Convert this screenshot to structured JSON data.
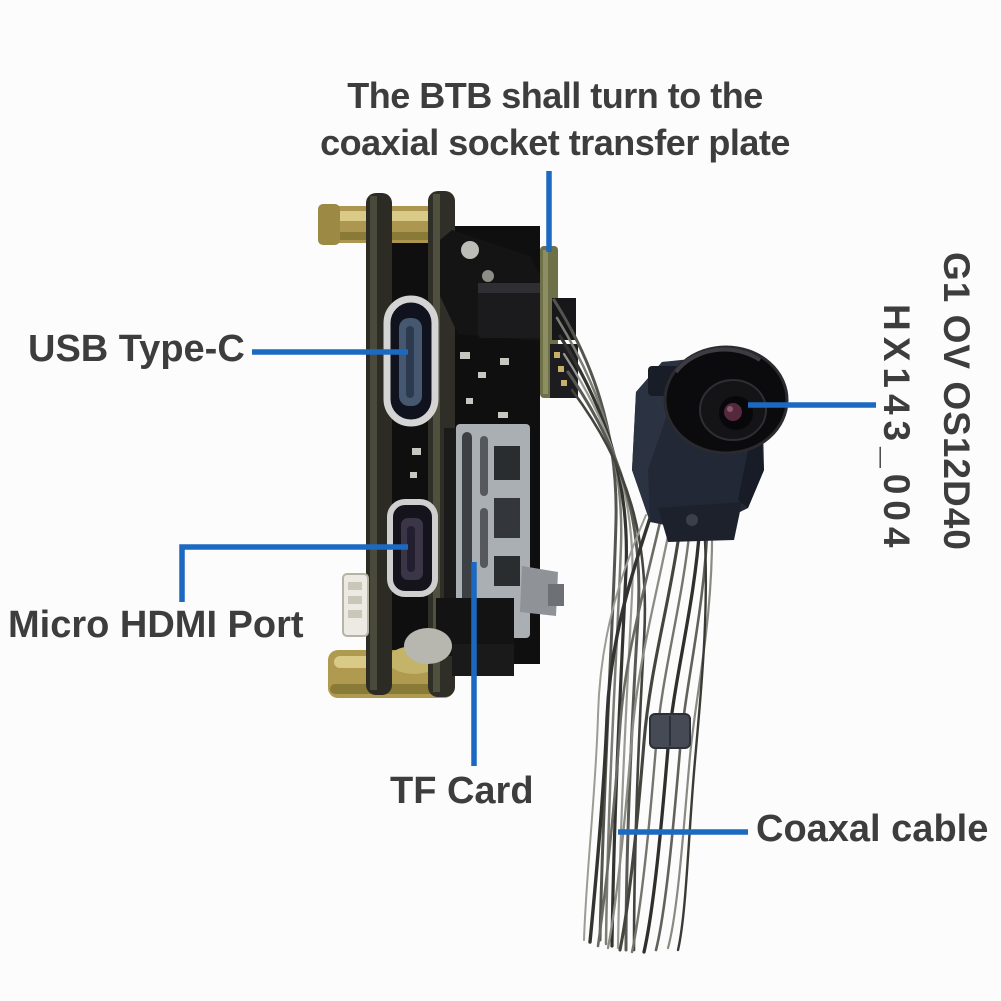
{
  "colors": {
    "background": "#fcfcfc",
    "label_text": "#3d3d3d",
    "leader_line": "#1c69c2",
    "pcb_gold": "#b59a4c",
    "camera_body": "#232a38"
  },
  "annotations": {
    "btb": {
      "line1": "The BTB shall turn to the",
      "line2": "coaxial socket transfer plate"
    },
    "usb_type_c": "USB Type-C",
    "micro_hdmi": "Micro HDMI Port",
    "tf_card": "TF Card",
    "coaxal_cable": "Coaxal cable",
    "sensor_model": {
      "line1": "G1 OV OS12D40",
      "line2": "HX143_004"
    }
  }
}
